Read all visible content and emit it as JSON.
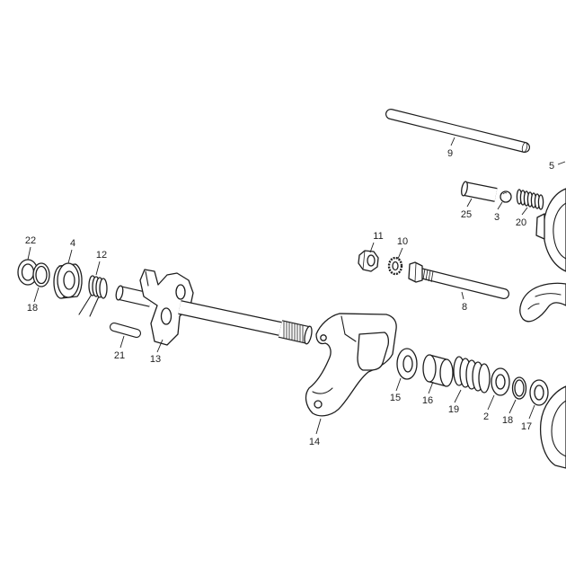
{
  "callouts": [
    "9",
    "5",
    "25",
    "3",
    "20",
    "11",
    "10",
    "8",
    "22",
    "4",
    "12",
    "18",
    "21",
    "13",
    "14",
    "15",
    "16",
    "19",
    "2",
    "18",
    "17"
  ]
}
